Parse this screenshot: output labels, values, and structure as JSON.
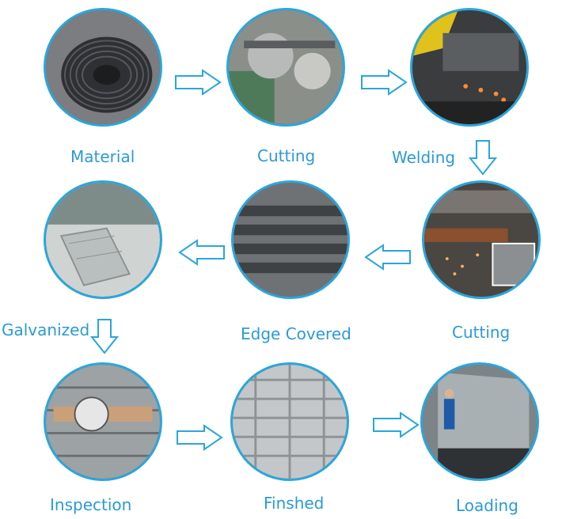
{
  "steps": {
    "material": "Material",
    "cutting1": "Cutting",
    "welding": "Welding",
    "cutting2": "Cutting",
    "edge_covered": "Edge Covered",
    "galvanized": "Galvanized",
    "inspection": "Inspection",
    "finished": "Finshed",
    "loading": "Loading"
  },
  "colors": {
    "label": "#2b9ad6",
    "circle_border": "#2aa6dc",
    "arrow_stroke": "#2aa6dc",
    "arrow_fill": "#ffffff"
  },
  "icons": {
    "arrow_right": "arrow-right-icon",
    "arrow_left": "arrow-left-icon",
    "arrow_down": "arrow-down-icon"
  }
}
